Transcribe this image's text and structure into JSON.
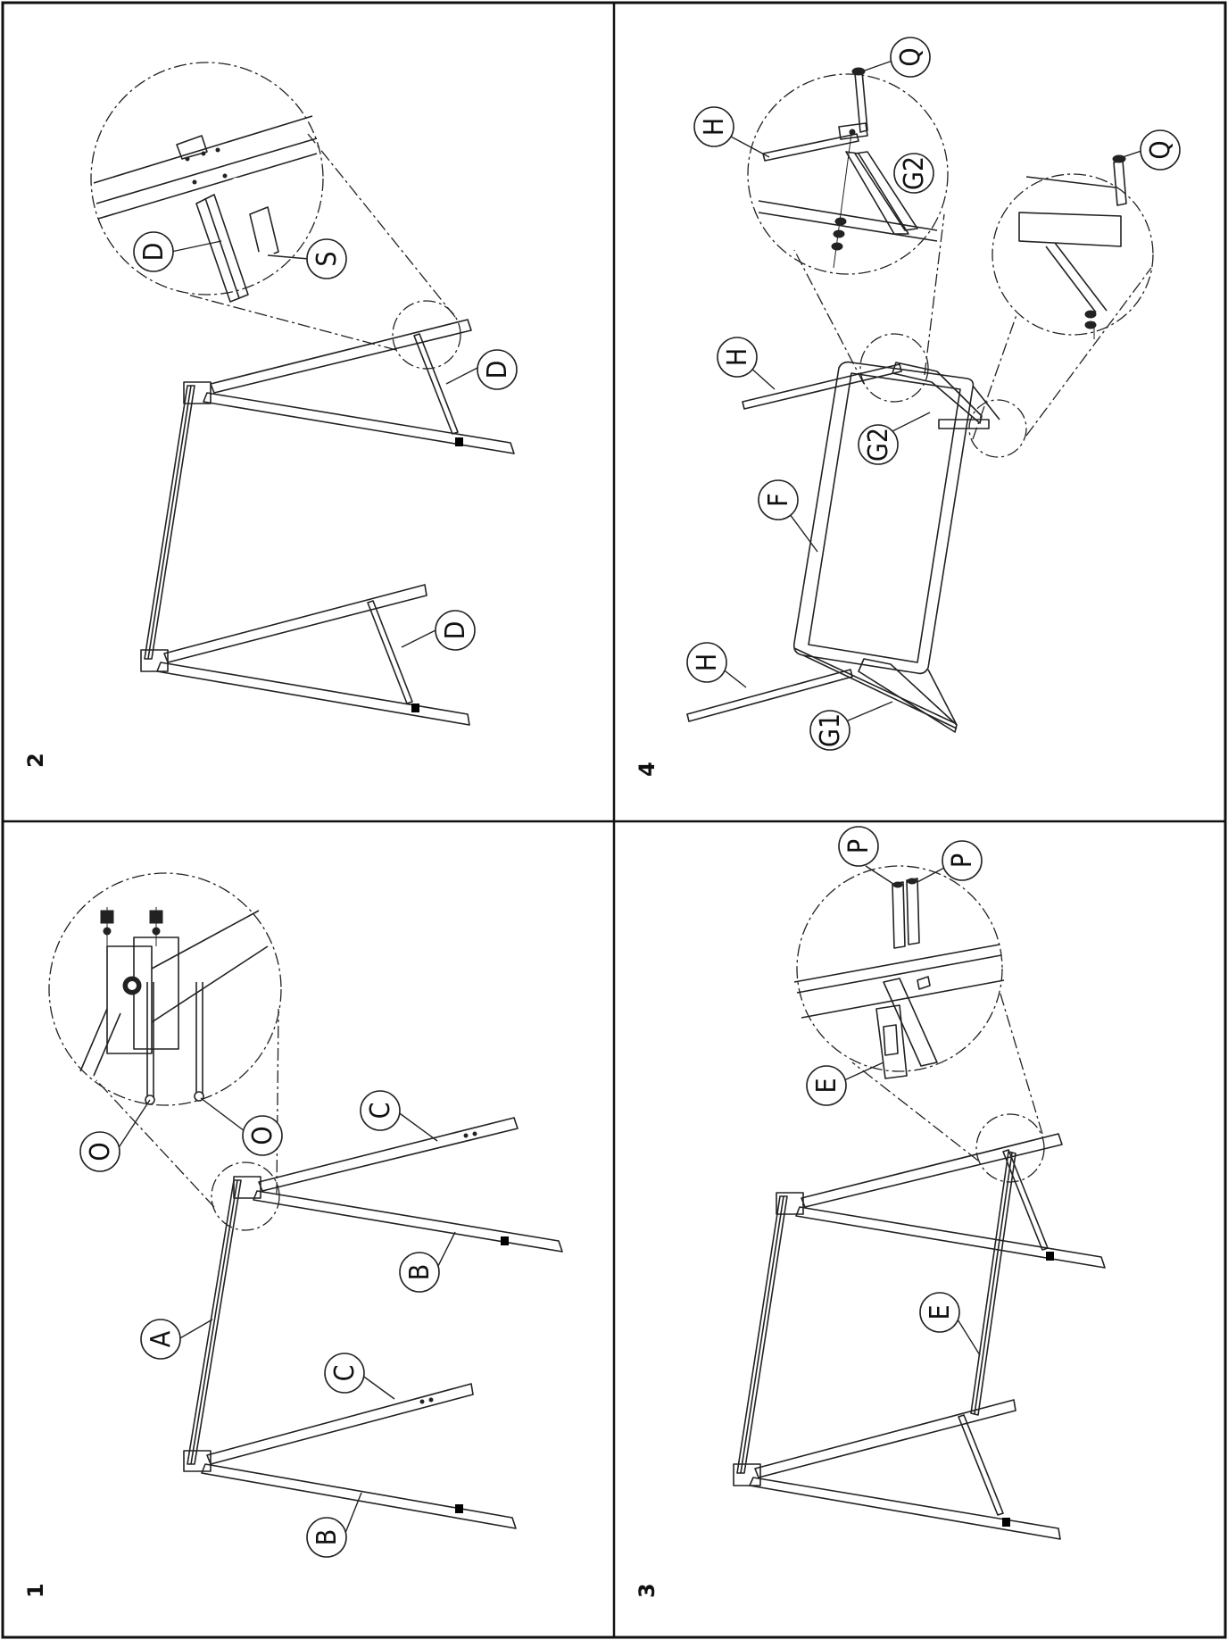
{
  "steps": [
    {
      "number": "1",
      "callouts": [
        "A",
        "B",
        "B",
        "C",
        "C",
        "O",
        "O"
      ]
    },
    {
      "number": "2",
      "callouts": [
        "D",
        "D",
        "D",
        "S"
      ]
    },
    {
      "number": "3",
      "callouts": [
        "E",
        "E",
        "P",
        "P"
      ]
    },
    {
      "number": "4",
      "callouts": [
        "F",
        "G1",
        "G2",
        "G2",
        "H",
        "H",
        "H",
        "Q",
        "Q"
      ]
    }
  ]
}
